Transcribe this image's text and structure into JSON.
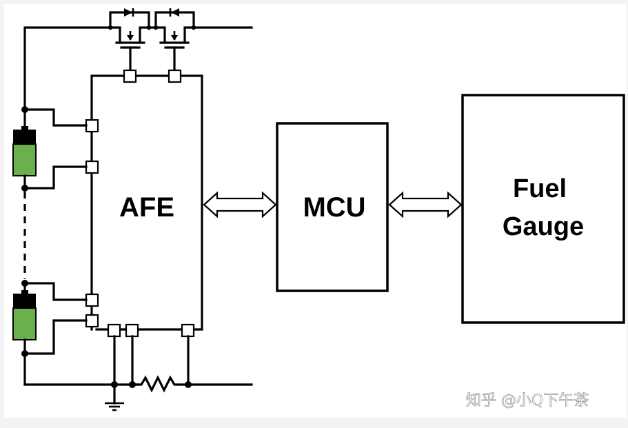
{
  "diagram": {
    "title": "Battery management system block diagram",
    "blocks": {
      "afe": {
        "label": "AFE"
      },
      "mcu": {
        "label": "MCU"
      },
      "fuel_gauge": {
        "label_line1": "Fuel",
        "label_line2": "Gauge"
      }
    },
    "connections": [
      {
        "from": "AFE",
        "to": "MCU",
        "type": "bidirectional"
      },
      {
        "from": "MCU",
        "to": "Fuel Gauge",
        "type": "bidirectional"
      }
    ],
    "components": {
      "cells": [
        {
          "name": "cell-top",
          "fill_color": "#6ab04c",
          "cap_color": "#000000"
        },
        {
          "name": "cell-bottom",
          "fill_color": "#6ab04c",
          "cap_color": "#000000"
        }
      ],
      "protection_fets": [
        {
          "name": "charge-fet",
          "diode_direction": "right"
        },
        {
          "name": "discharge-fet",
          "diode_direction": "left"
        }
      ],
      "sense_resistor": "current-sense-resistor",
      "ground": "ground-symbol"
    }
  },
  "watermark": {
    "text": "知乎 @小Q下午茶"
  },
  "colors": {
    "background": "#ffffff",
    "border": "#f3f3f3",
    "line": "#000000",
    "cell_green": "#6ab04c"
  }
}
